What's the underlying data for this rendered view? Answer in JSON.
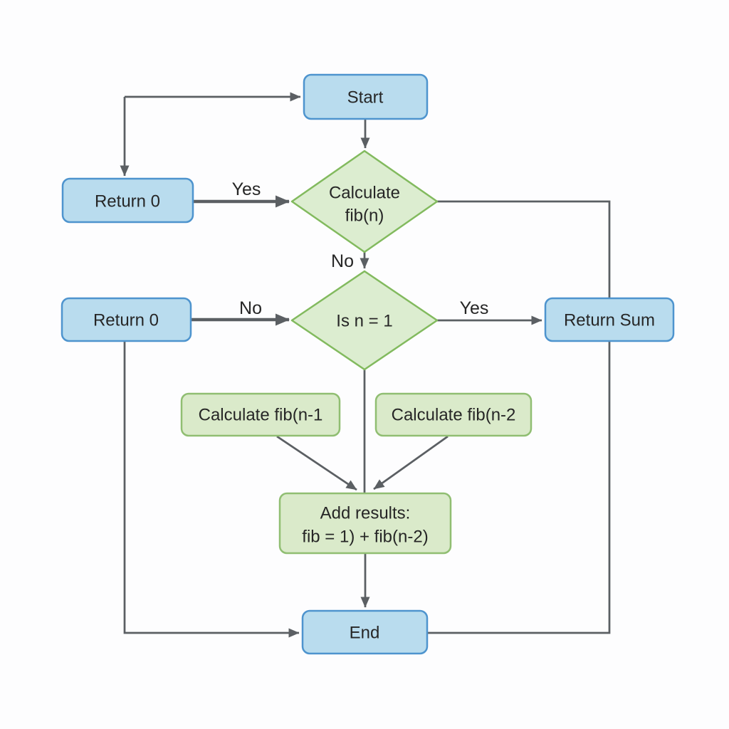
{
  "diagram": {
    "kind": "flowchart",
    "subject": "Fibonacci recursive calculation",
    "colors": {
      "background": "#FDFDFE",
      "process_fill": "#B9DCEE",
      "process_border": "#4E94CE",
      "decision_fill": "#DCEDD0",
      "decision_border": "#82BA5E",
      "subprocess_fill": "#DAEACA",
      "subprocess_border": "#90BE72",
      "arrow": "#5B5F63",
      "text": "#262626"
    },
    "nodes": {
      "start": {
        "label": "Start",
        "type": "process"
      },
      "calc_fib": {
        "line1": "Calculate",
        "line2": "fib(n)",
        "type": "decision"
      },
      "return0_top": {
        "label": "Return 0",
        "type": "process"
      },
      "is_n_1": {
        "label": "Is n = 1",
        "type": "decision"
      },
      "return0_mid": {
        "label": "Return 0",
        "type": "process"
      },
      "return_sum": {
        "label": "Return Sum",
        "type": "process"
      },
      "calc_fib_n1": {
        "label": "Calculate fib(n-1",
        "type": "subprocess"
      },
      "calc_fib_n2": {
        "label": "Calculate fib(n-2",
        "type": "subprocess"
      },
      "add_results": {
        "line1": "Add results:",
        "line2": "fib = 1) + fib(n-2)",
        "type": "subprocess"
      },
      "end": {
        "label": "End",
        "type": "process"
      }
    },
    "edge_labels": {
      "yes_top": "Yes",
      "no_top": "No",
      "no_mid": "No",
      "yes_mid": "Yes"
    }
  }
}
